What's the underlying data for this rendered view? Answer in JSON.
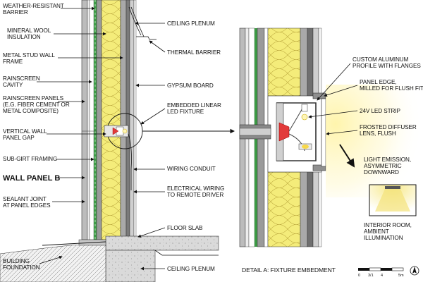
{
  "colors": {
    "insulation": "#f4ec7a",
    "insulation_stroke": "#b9a53a",
    "stud_gray": "#a9a9a9",
    "dark_gray": "#6f6f6f",
    "concrete": "#d7d7d7",
    "membrane_green": "#3c9b45",
    "led_glow": "#fff6b8",
    "light_red": "#e23a3a"
  },
  "labels_left": {
    "weather_barrier": [
      "WEATHER-RESISTANT",
      "BARRIER"
    ],
    "mineral_wool": [
      "MINERAL WOOL",
      "INSULATION"
    ],
    "metal_stud": [
      "METAL STUD WALL",
      "FRAME"
    ],
    "rainscreen_cavity": [
      "RAINSCREEN",
      "CAVITY"
    ],
    "rainscreen_panels": [
      "RAINSCREEN PANELS",
      "(E.G. FIBER CEMENT OR",
      "METAL COMPOSITE)"
    ],
    "vertical_gap": [
      "VERTICAL WALL",
      "PANEL GAP"
    ],
    "sub_girt": [
      "SUB-GIRT FRAMING"
    ],
    "wall_panel_b": "WALL PANEL B",
    "sealant": [
      "SEALANT JOINT",
      "AT PANEL EDGES"
    ],
    "foundation": [
      "BUILDING",
      "FOUNDATION"
    ]
  },
  "labels_mid": {
    "ceiling_plenum_top": "CEILING PLENUM",
    "thermal_barrier": "THERMAL BARRIER",
    "gypsum": "GYPSUM BOARD",
    "embedded_fixture": [
      "EMBEDDED LINEAR",
      "LED FIXTURE"
    ],
    "wiring_conduit": "WIRING CONDUIT",
    "electrical_wiring": [
      "ELECTRICAL WIRING",
      "TO REMOTE DRIVER"
    ],
    "floor_slab": "FLOOR SLAB",
    "ceiling_plenum_bottom": "CEILING PLENUM"
  },
  "labels_right": {
    "aluminum_profile": [
      "CUSTOM ALUMINUM",
      "PROFILE WITH FLANGES"
    ],
    "panel_edge": [
      "PANEL EDGE,",
      "MILLED FOR FLUSH FIT"
    ],
    "led_strip": "24V LED STRIP",
    "diffuser": [
      "FROSTED DIFFUSER",
      "LENS, FLUSH"
    ],
    "light_emission": [
      "LIGHT EMISSION,",
      "ASYMMETRIC",
      "DOWNWARD"
    ],
    "interior_room": [
      "INTERIOR ROOM,",
      "AMBIENT",
      "ILLUMINATION"
    ]
  },
  "detail_title": "DETAIL A: FIXTURE EMBEDMENT",
  "scale_bar": {
    "ticks": [
      "0",
      "3/1",
      "4",
      "5m"
    ]
  },
  "icons": {
    "north_arrow": "north-arrow-icon",
    "section_arrow": "section-arrow-icon"
  }
}
